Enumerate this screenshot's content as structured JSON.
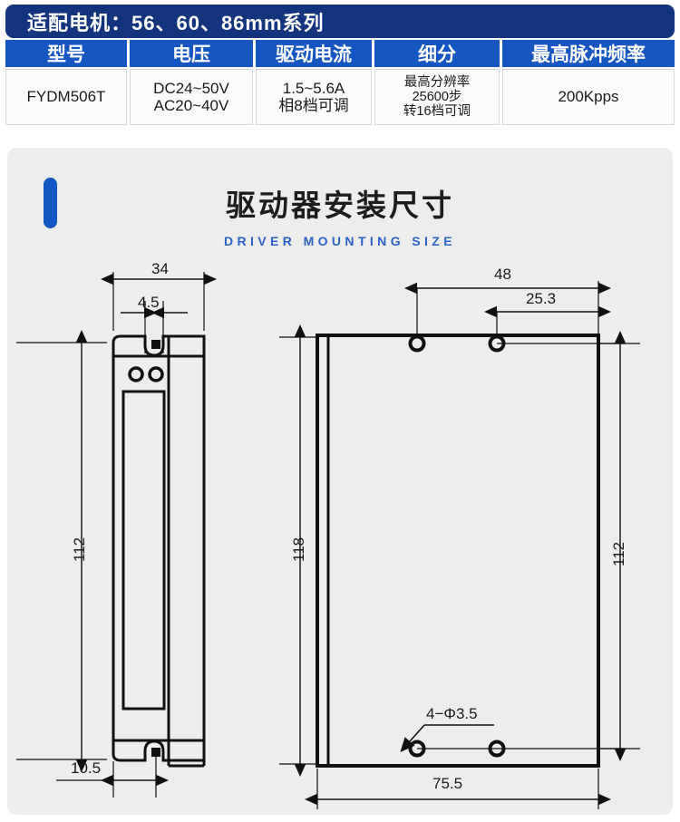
{
  "spec": {
    "title": "适配电机：56、60、86mm系列",
    "columns": [
      {
        "header": "型号",
        "lines": [
          "FYDM506T"
        ]
      },
      {
        "header": "电压",
        "lines": [
          "DC24~50V",
          "AC20~40V"
        ]
      },
      {
        "header": "驱动电流",
        "lines": [
          "1.5~5.6A",
          "相8档可调"
        ]
      },
      {
        "header": "细分",
        "lines": [
          "最高分辨率",
          "25600步",
          "转16档可调"
        ]
      },
      {
        "header": "最高脉冲频率",
        "lines": [
          "200Kpps"
        ]
      }
    ]
  },
  "section": {
    "title_cn": "驱动器安装尺寸",
    "title_en": "DRIVER MOUNTING SIZE"
  },
  "drawings": {
    "side_view": {
      "dim_width": "34",
      "dim_notch": "4.5",
      "dim_height": "112",
      "dim_offset": "10.5"
    },
    "front_view": {
      "dim_top_full": "48",
      "dim_top_half": "25.3",
      "dim_left_height": "118",
      "dim_right_height": "112",
      "dim_hole_note": "4−Φ3.5",
      "dim_bottom_width": "75.5"
    }
  },
  "colors": {
    "title_bar": "#13357e",
    "header_cell": "#1556c0",
    "accent": "#1257c4",
    "panel_bg": "#ededed",
    "line": "#111111"
  }
}
